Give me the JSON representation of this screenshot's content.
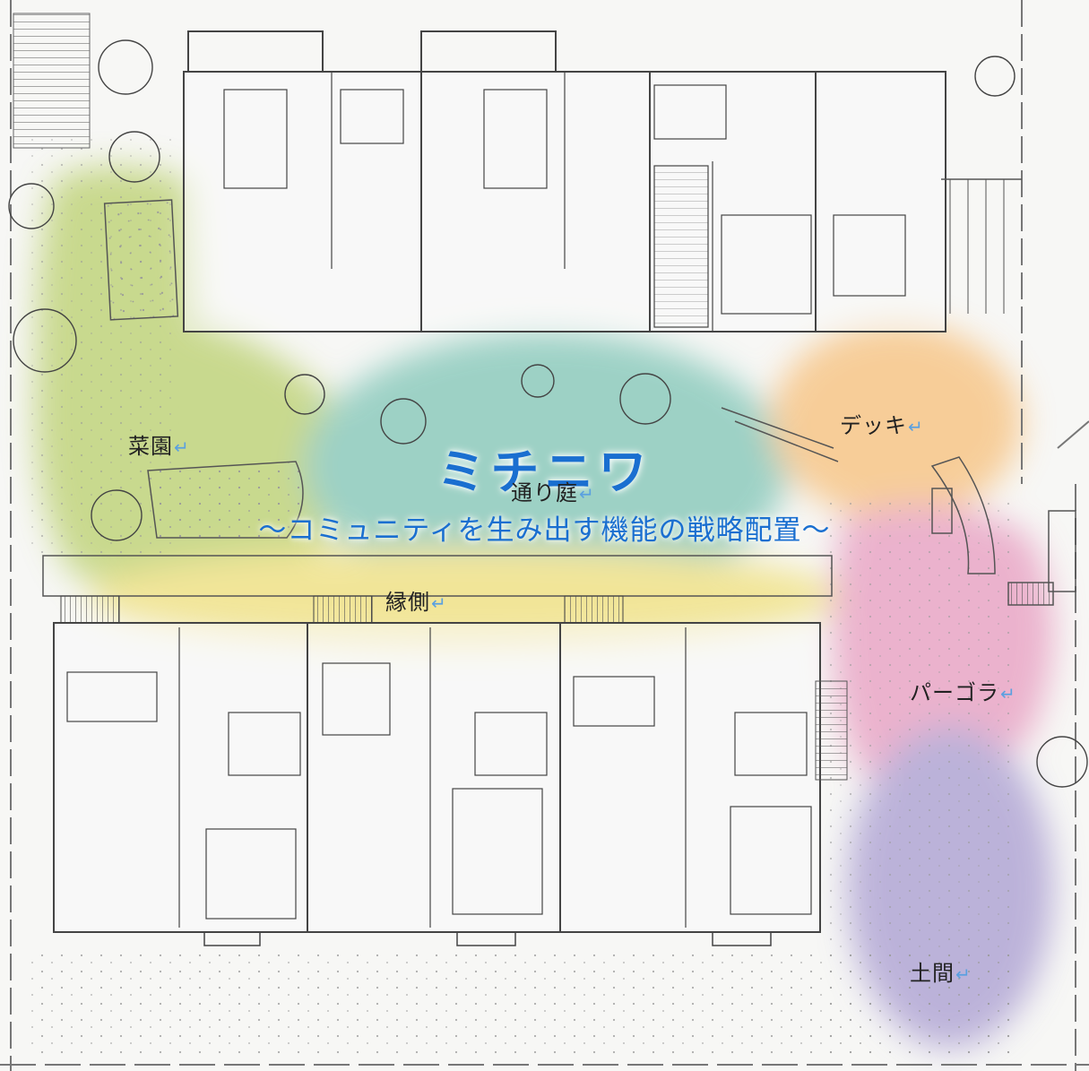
{
  "title": "ミチニワ",
  "subtitle": "～コミュニティを生み出す機能の戦略配置～",
  "return_mark": "↵",
  "zones": {
    "garden": {
      "label": "菜園",
      "color": "#b5cc6a"
    },
    "passage": {
      "label": "通り庭",
      "color": "#7cc4b4"
    },
    "engawa": {
      "label": "縁側",
      "color": "#efe07a"
    },
    "deck": {
      "label": "デッキ",
      "color": "#f5c27a"
    },
    "pergola": {
      "label": "パーゴラ",
      "color": "#e49ac0"
    },
    "doma": {
      "label": "土間",
      "color": "#a79ccc"
    }
  }
}
